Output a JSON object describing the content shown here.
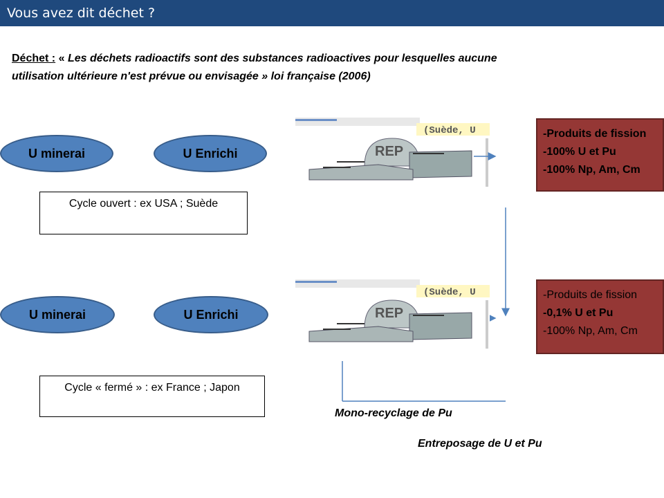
{
  "title": "Vous avez dit déchet ?",
  "definition": {
    "label": "Déchet :",
    "open_quote": "«",
    "quote": "Les déchets radioactifs sont des substances radioactives pour lesquelles aucune utilisation ultérieure n'est prévue ou envisagée",
    "close": "» loi française (2006)"
  },
  "open_cycle": {
    "ore": "U minerai",
    "enriched": "U Enrichi",
    "label": "Cycle ouvert : ex USA ; Suède",
    "reactor_label": "REP",
    "reactor_caption": "(Suède, U",
    "waste": [
      "-Produits de fission",
      "-100% U et Pu",
      "-100% Np, Am, Cm"
    ]
  },
  "closed_cycle": {
    "ore": "U minerai",
    "enriched": "U Enrichi",
    "label": "Cycle « fermé » : ex France ; Japon",
    "reactor_label": "REP",
    "reactor_caption": "(Suède, U",
    "waste": [
      "-Produits de fission",
      "-0,1% U et Pu",
      "-100% Np, Am, Cm"
    ]
  },
  "mono_recycling": "Mono-recyclage de Pu",
  "storage": "Entreposage de U et Pu",
  "colors": {
    "title_bar": "#1f497d",
    "ellipse": "#4f81bd",
    "waste_box": "#953735",
    "arrow": "#4f81bd"
  }
}
